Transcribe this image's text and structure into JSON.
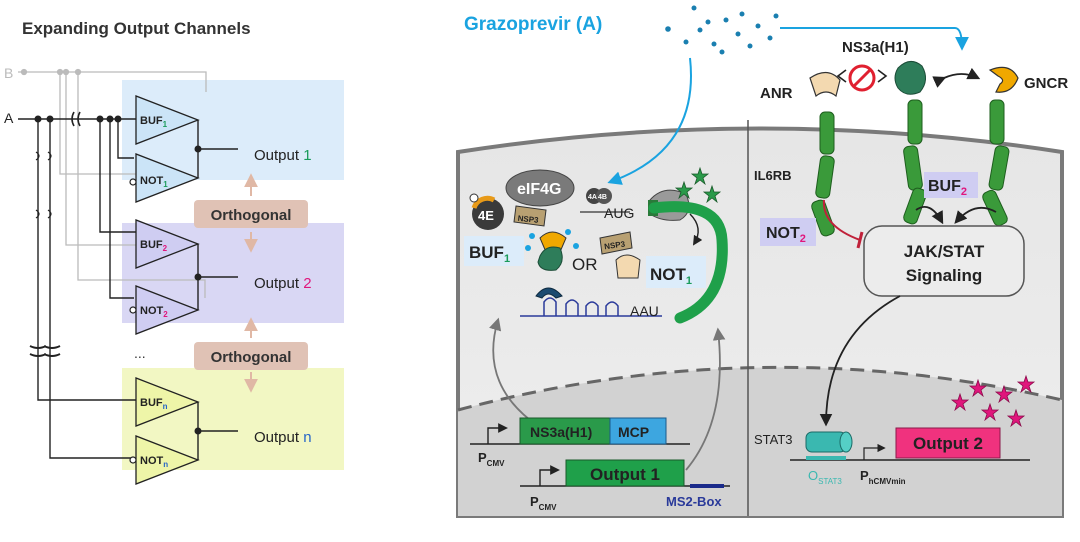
{
  "left_panel": {
    "title": "Expanding Output Channels",
    "input_b": "B",
    "input_a": "A",
    "gates": [
      {
        "base": "BUF",
        "sub": "1"
      },
      {
        "base": "NOT",
        "sub": "1"
      },
      {
        "base": "BUF",
        "sub": "2"
      },
      {
        "base": "NOT",
        "sub": "2"
      },
      {
        "base": "BUF",
        "sub": "n"
      },
      {
        "base": "NOT",
        "sub": "n"
      }
    ],
    "outputs": [
      {
        "label": "Output",
        "index": "1"
      },
      {
        "label": "Output",
        "index": "2"
      },
      {
        "label": "Output",
        "index": "n"
      }
    ],
    "orthogonal_label": "Orthogonal",
    "ellipsis": "..."
  },
  "right_panel": {
    "drug_label": "Grazoprevir (A)",
    "ns3a_label": "NS3a(H1)",
    "anr_label": "ANR",
    "gncr_label": "GNCR",
    "il6rb_label": "IL6RB",
    "buf2": {
      "base": "BUF",
      "sub": "2"
    },
    "not2": {
      "base": "NOT",
      "sub": "2"
    },
    "jakstat_line1": "JAK/STAT",
    "jakstat_line2": "Signaling",
    "eif4g_label": "eIF4G",
    "f4a_label": "4A",
    "f4b_label": "4B",
    "f4e_label": "4E",
    "nsp3_label": "NSP3",
    "aug_label": "AUG",
    "aau_label": "AAU",
    "or_label": "OR",
    "buf1": {
      "base": "BUF",
      "sub": "1"
    },
    "not1": {
      "base": "NOT",
      "sub": "1"
    },
    "ns3a_gene": "NS3a(H1)",
    "mcp_gene": "MCP",
    "output1_gene": "Output 1",
    "ms2_box": "MS2-Box",
    "pcmv1": {
      "base": "P",
      "sub": "CMV"
    },
    "pcmv2": {
      "base": "P",
      "sub": "CMV"
    },
    "stat3_label": "STAT3",
    "ostat3": {
      "base": "O",
      "sub": "STAT3"
    },
    "phcmvmin": {
      "base": "P",
      "sub": "hCMVmin"
    },
    "output2_gene": "Output 2"
  },
  "colors": {
    "blue_band": "#dcecfa",
    "purple_band": "#d9d7f4",
    "yellow_band": "#f2f7c3",
    "orthogonal_box": "#e0c2b5",
    "green_index": "#1a9b5a",
    "pink_index": "#e0167c",
    "blue_index": "#2565c8",
    "drug_blue": "#1aa3e0",
    "receptor_green": "#3a9a3a",
    "output1_green": "#1fa04a",
    "output2_pink": "#f0327e",
    "mcp_blue": "#3da6e0",
    "inhibit_red": "#c0213a"
  }
}
